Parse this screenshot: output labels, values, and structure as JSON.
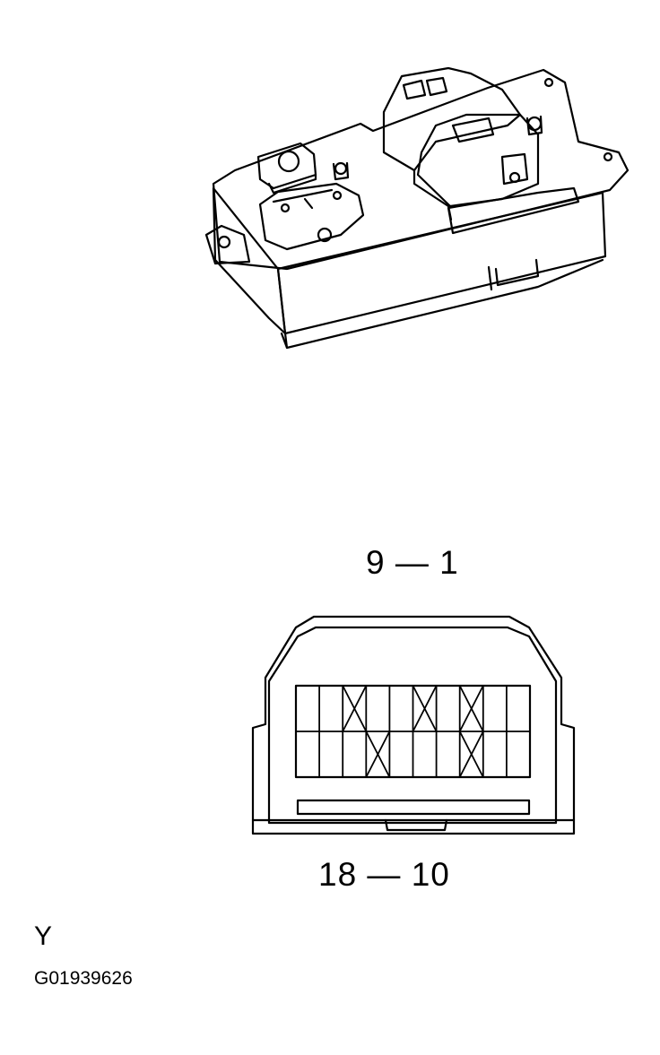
{
  "diagram": {
    "top_pin_range": "9 — 1",
    "bottom_pin_range": "18 — 10",
    "view_letter": "Y",
    "figure_id": "G01939626"
  },
  "connector": {
    "columns": 10,
    "top_row_crossed_columns": [
      2,
      5,
      7
    ],
    "bottom_row_crossed_columns": [
      3,
      7
    ]
  }
}
